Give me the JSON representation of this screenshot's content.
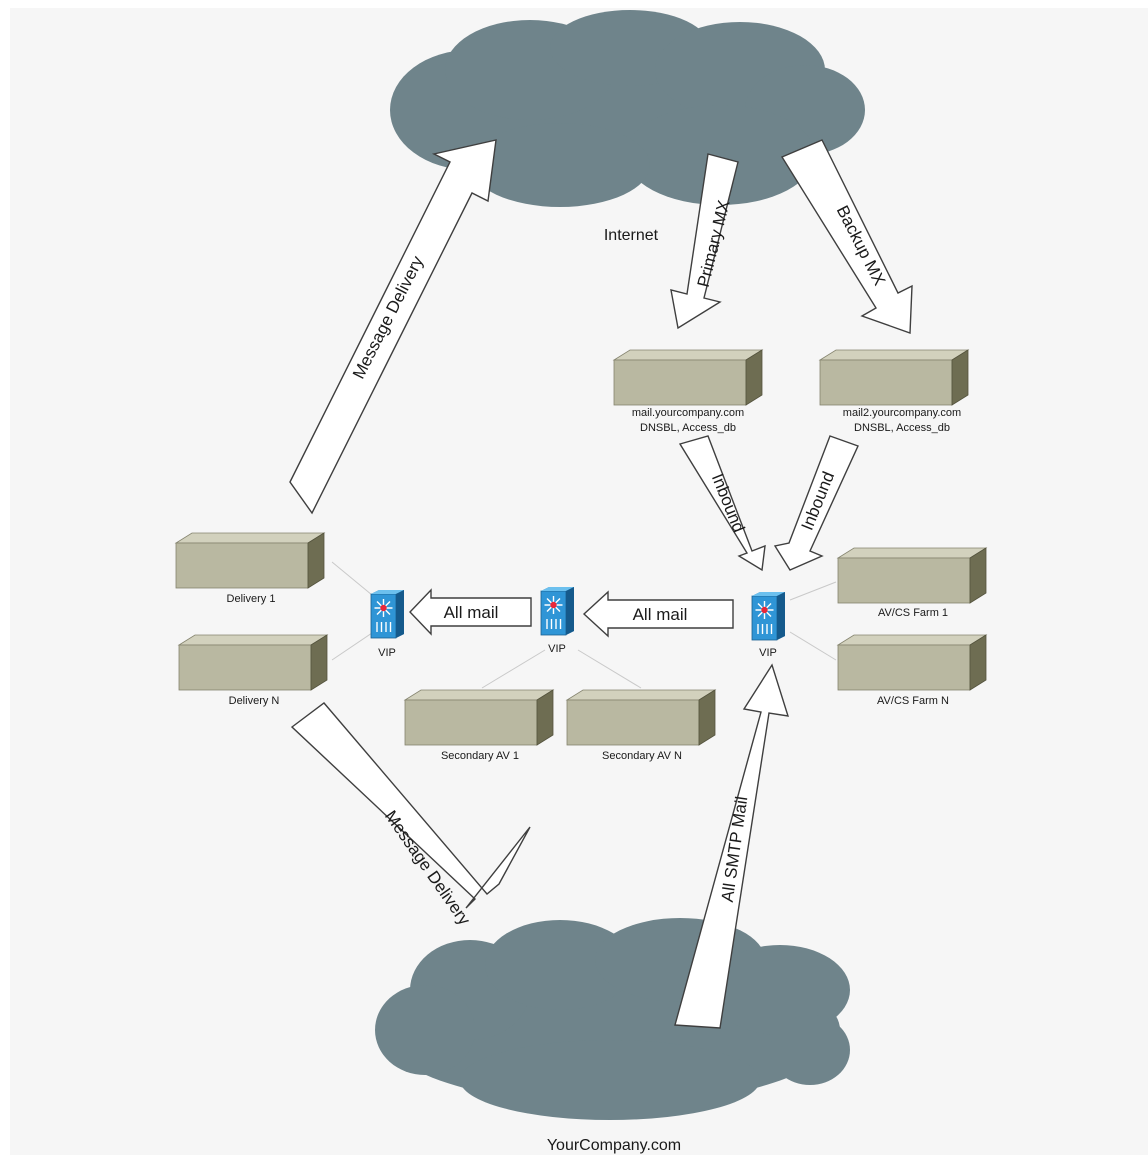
{
  "diagram": {
    "clouds": {
      "internet": "Internet",
      "company": "YourCompany.com"
    },
    "arrows": {
      "message_delivery_out": "Message Delivery",
      "primary_mx": "Primary MX",
      "backup_mx": "Backup MX",
      "inbound_1": "Inbound",
      "inbound_2": "Inbound",
      "all_mail_1": "All mail",
      "all_mail_2": "All mail",
      "message_delivery_in": "Message Delivery",
      "all_smtp": "All SMTP Mail"
    },
    "servers": {
      "mx1_line1": "mail.yourcompany.com",
      "mx1_line2": "DNSBL, Access_db",
      "mx2_line1": "mail2.yourcompany.com",
      "mx2_line2": "DNSBL, Access_db",
      "delivery1": "Delivery 1",
      "deliveryN": "Delivery N",
      "sec_av1": "Secondary AV 1",
      "sec_avN": "Secondary AV N",
      "avcs1": "AV/CS Farm 1",
      "avcsN": "AV/CS Farm N"
    },
    "vips": {
      "left": "VIP",
      "middle": "VIP",
      "right": "VIP"
    }
  }
}
